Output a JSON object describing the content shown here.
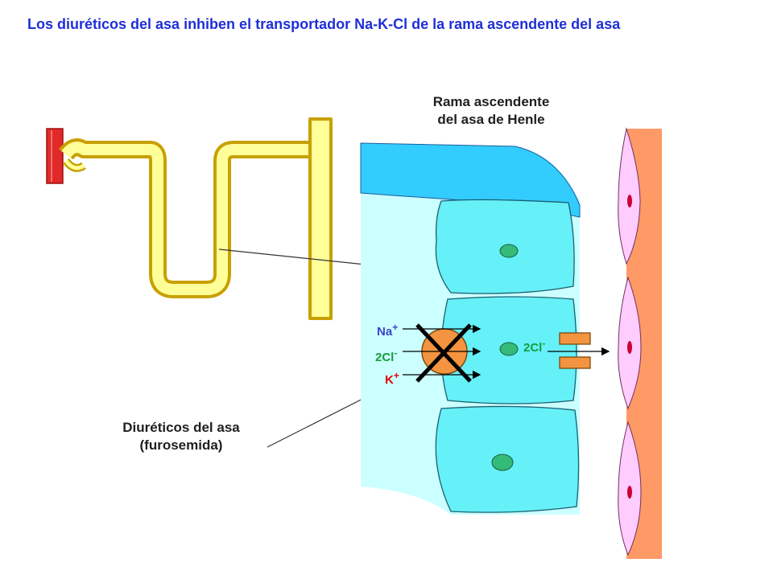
{
  "title": "Los diuréticos del asa inhiben el transportador Na-K-Cl de la rama ascendente del asa",
  "labels": {
    "henle_line1": "Rama ascendente",
    "henle_line2": "del asa de Henle",
    "drug_line1": "Diuréticos del asa",
    "drug_line2": "(furosemida)"
  },
  "ions": {
    "na": "Na",
    "na_sup": "+",
    "cl_left": "2Cl",
    "cl_left_sup": "-",
    "k": "K",
    "k_sup": "+",
    "cl_right": "2Cl",
    "cl_right_sup": "-"
  },
  "colors": {
    "title": "#1f2fd6",
    "na": "#3a44c8",
    "cl": "#159d3c",
    "k": "#e00000",
    "tubule_fill": "#ffff99",
    "tubule_stroke": "#c8a000",
    "vessel": "#e02a2a",
    "lumen_dark": "#33ccff",
    "lumen_light": "#ccffff",
    "cell": "#66f0f8",
    "nucleus": "#33bb77",
    "transporter": "#f49440",
    "interstitium": "#ff9966",
    "endothelium": "#ffccff",
    "endo_nucleus": "#cc0033"
  }
}
